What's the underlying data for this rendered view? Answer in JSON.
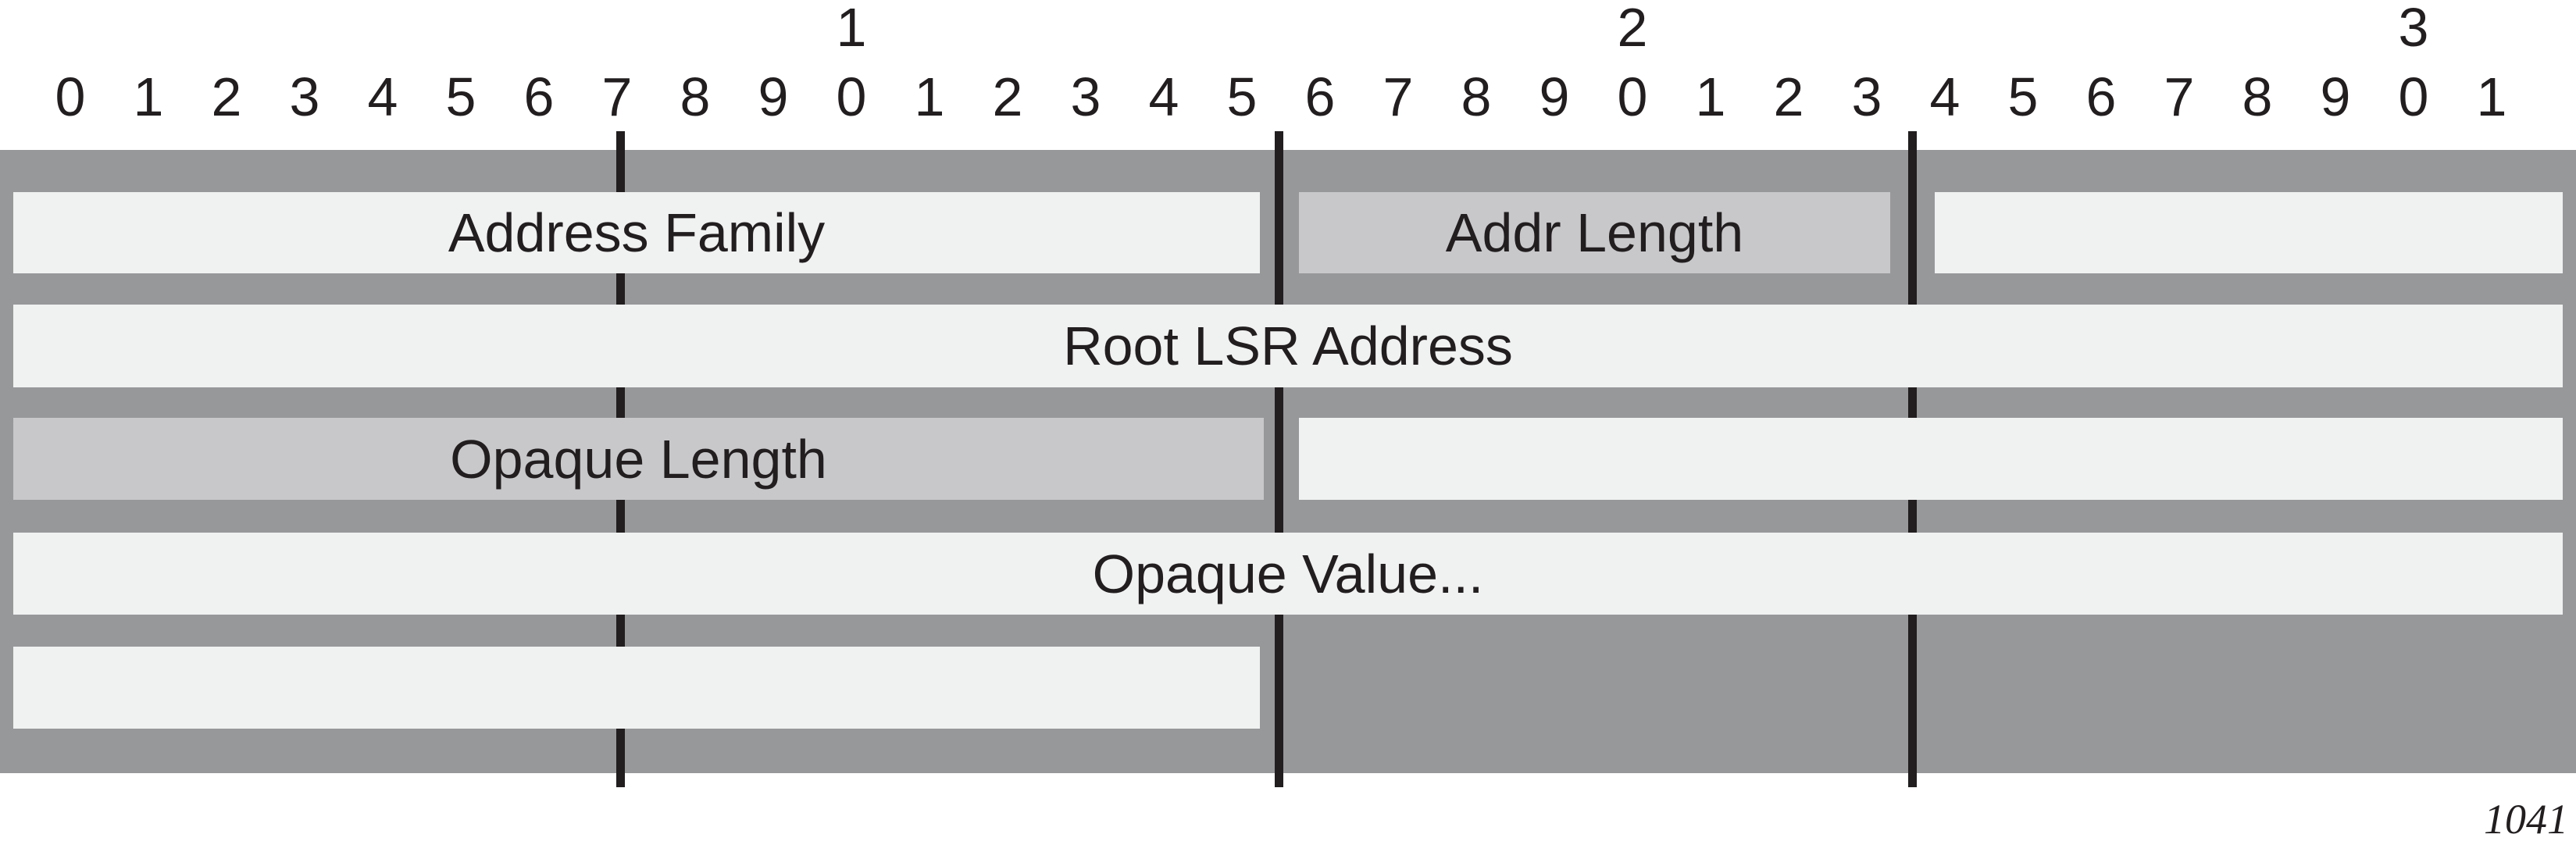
{
  "figure": {
    "caption": "1041",
    "colors": {
      "band": "#97989a",
      "field_light": "#f0f1f1",
      "field_medium": "#c8c8ca",
      "ink": "#221e20"
    },
    "bit_ruler": {
      "bits": [
        "0",
        "1",
        "2",
        "3",
        "4",
        "5",
        "6",
        "7",
        "8",
        "9",
        "0",
        "1",
        "2",
        "3",
        "4",
        "5",
        "6",
        "7",
        "8",
        "9",
        "0",
        "1",
        "2",
        "3",
        "4",
        "5",
        "6",
        "7",
        "8",
        "9",
        "0",
        "1"
      ],
      "tens_labels": [
        {
          "label": "1",
          "bit": 10
        },
        {
          "label": "2",
          "bit": 20
        },
        {
          "label": "3",
          "bit": 30
        }
      ]
    },
    "byte_boundaries_after_bits": [
      7,
      15,
      23
    ],
    "rows": [
      {
        "fields": [
          {
            "label": "Address Family",
            "bits": "0-15",
            "shade": "light"
          },
          {
            "label": "Addr Length",
            "bits": "16-23",
            "shade": "medium"
          },
          {
            "label": "",
            "bits": "24-31",
            "shade": "light"
          }
        ]
      },
      {
        "fields": [
          {
            "label": "Root LSR Address",
            "bits": "0-31",
            "shade": "light"
          }
        ]
      },
      {
        "fields": [
          {
            "label": "Opaque Length",
            "bits": "0-15",
            "shade": "medium"
          },
          {
            "label": "",
            "bits": "16-31",
            "shade": "light"
          }
        ]
      },
      {
        "fields": [
          {
            "label": "Opaque Value...",
            "bits": "0-31",
            "shade": "light"
          }
        ]
      },
      {
        "fields": [
          {
            "label": "",
            "bits": "0-15",
            "shade": "light"
          }
        ]
      }
    ]
  }
}
